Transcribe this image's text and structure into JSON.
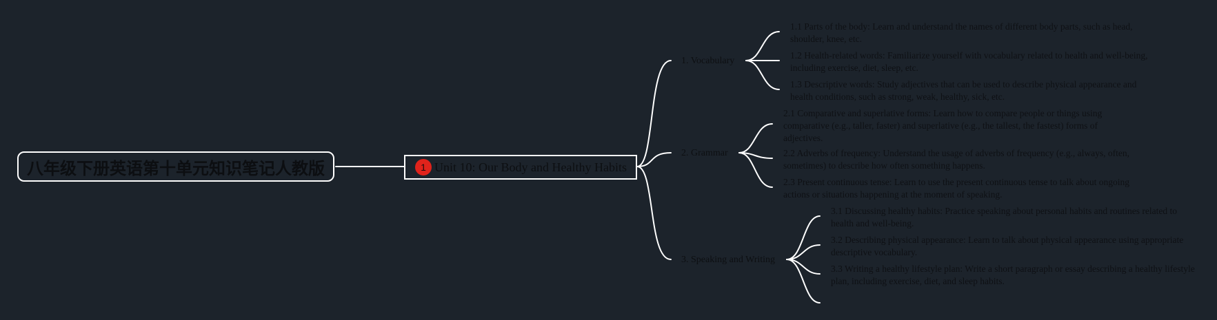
{
  "root": {
    "title": "八年级下册英语第十单元知识笔记人教版"
  },
  "main": {
    "badge": "1",
    "title": "Unit 10: Our Body and Healthy Habits"
  },
  "branches": [
    {
      "label": "1. Vocabulary",
      "items": [
        "1.1 Parts of the body: Learn and understand the names of different body parts, such as head, shoulder, knee, etc.",
        "1.2 Health-related words: Familiarize yourself with vocabulary related to health and well-being, including exercise, diet, sleep, etc.",
        "1.3 Descriptive words: Study adjectives that can be used to describe physical appearance and health conditions, such as strong, weak, healthy, sick, etc."
      ]
    },
    {
      "label": "2. Grammar",
      "items": [
        "2.1 Comparative and superlative forms: Learn how to compare people or things using comparative (e.g., taller, faster) and superlative (e.g., the tallest, the fastest) forms of adjectives.",
        "2.2 Adverbs of frequency: Understand the usage of adverbs of frequency (e.g., always, often, sometimes) to describe how often something happens.",
        "2.3 Present continuous tense: Learn to use the present continuous tense to talk about ongoing actions or situations happening at the moment of speaking."
      ]
    },
    {
      "label": "3. Speaking and Writing",
      "items": [
        "3.1 Discussing healthy habits: Practice speaking about personal habits and routines related to health and well-being.",
        "3.2 Describing physical appearance: Learn to talk about physical appearance using appropriate descriptive vocabulary.",
        "3.3 Writing a healthy lifestyle plan: Write a short paragraph or essay describing a healthy lifestyle plan, including exercise, diet, and sleep habits.",
        ""
      ]
    }
  ]
}
